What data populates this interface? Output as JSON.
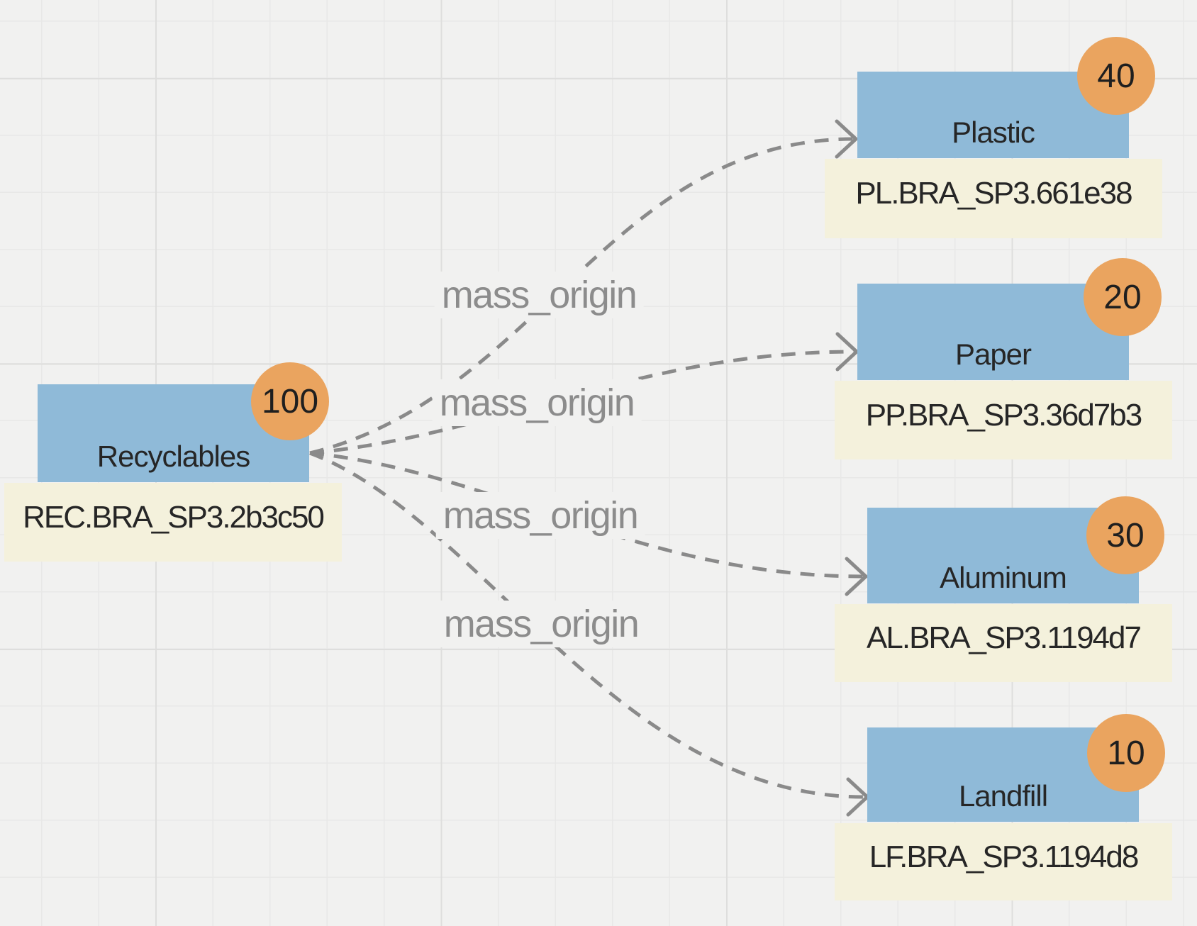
{
  "diagram": {
    "type": "node-link-graph",
    "description": "Material flow graph from Recyclables to sorted fractions"
  },
  "nodes": [
    {
      "id": "recyclables",
      "label": "Recyclables",
      "code": "REC.BRA_SP3.2b3c50",
      "value": "100"
    },
    {
      "id": "plastic",
      "label": "Plastic",
      "code": "PL.BRA_SP3.661e38",
      "value": "40"
    },
    {
      "id": "paper",
      "label": "Paper",
      "code": "PP.BRA_SP3.36d7b3",
      "value": "20"
    },
    {
      "id": "aluminum",
      "label": "Aluminum",
      "code": "AL.BRA_SP3.1194d7",
      "value": "30"
    },
    {
      "id": "landfill",
      "label": "Landfill",
      "code": "LF.BRA_SP3.1194d8",
      "value": "10"
    }
  ],
  "edges": [
    {
      "from": "recyclables",
      "to": "plastic",
      "label": "mass_origin"
    },
    {
      "from": "recyclables",
      "to": "paper",
      "label": "mass_origin"
    },
    {
      "from": "recyclables",
      "to": "aluminum",
      "label": "mass_origin"
    },
    {
      "from": "recyclables",
      "to": "landfill",
      "label": "mass_origin"
    }
  ],
  "colors": {
    "background": "#f1f1f0",
    "node_fill": "#8fbad8",
    "badge_fill": "#eaa45f",
    "id_box_fill": "#f4f1dc",
    "edge_stroke": "#8a8a8a",
    "edge_label_text": "#8c8c8c",
    "node_text": "#262626"
  }
}
